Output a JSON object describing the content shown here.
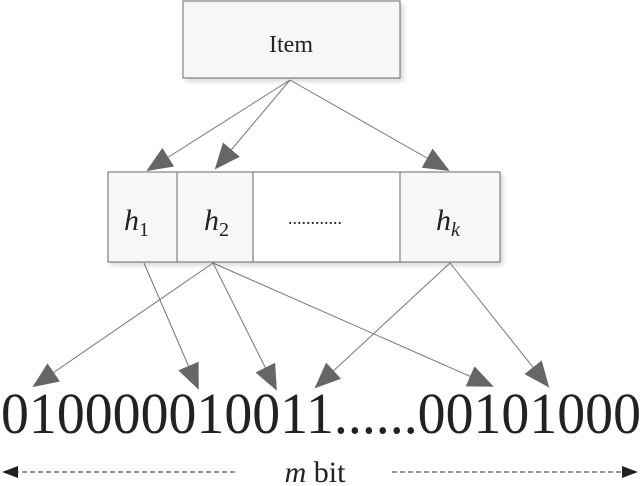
{
  "item_box": {
    "label": "Item"
  },
  "hash_boxes": [
    {
      "base": "h",
      "sub": "1"
    },
    {
      "base": "h",
      "sub": "2"
    },
    {
      "ellipsis": "............"
    },
    {
      "base": "h",
      "sub": "k"
    }
  ],
  "bit_array": {
    "bits": "010000010011......00101000"
  },
  "length_label": {
    "var": "m",
    "unit": " bit"
  },
  "colors": {
    "box_fill": "#f7f7f7",
    "box_stroke": "#6a6a6a",
    "arrow": "#666666"
  }
}
